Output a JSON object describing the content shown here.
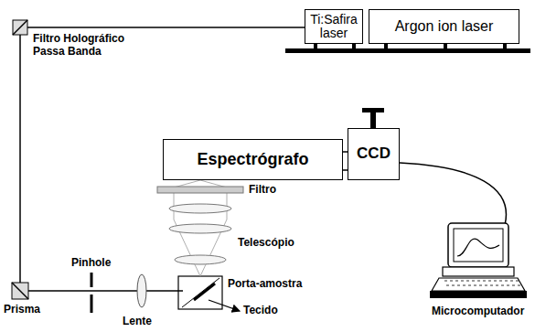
{
  "diagram": {
    "nodes": [
      {
        "text": [
          "Ti:Safira laser"
        ]
      },
      {
        "text": [
          "Argon ion laser"
        ]
      },
      {
        "text": [
          "Espectrógrafo"
        ]
      },
      {
        "text": [
          "CCD"
        ]
      }
    ],
    "labels": [
      "Filtro Holográfico Passa Banda",
      "Filtro",
      "Telescópio",
      "Pinhole",
      "Prisma",
      "Lente",
      "Porta-amostra",
      "Tecido",
      "Microcomputador"
    ]
  }
}
